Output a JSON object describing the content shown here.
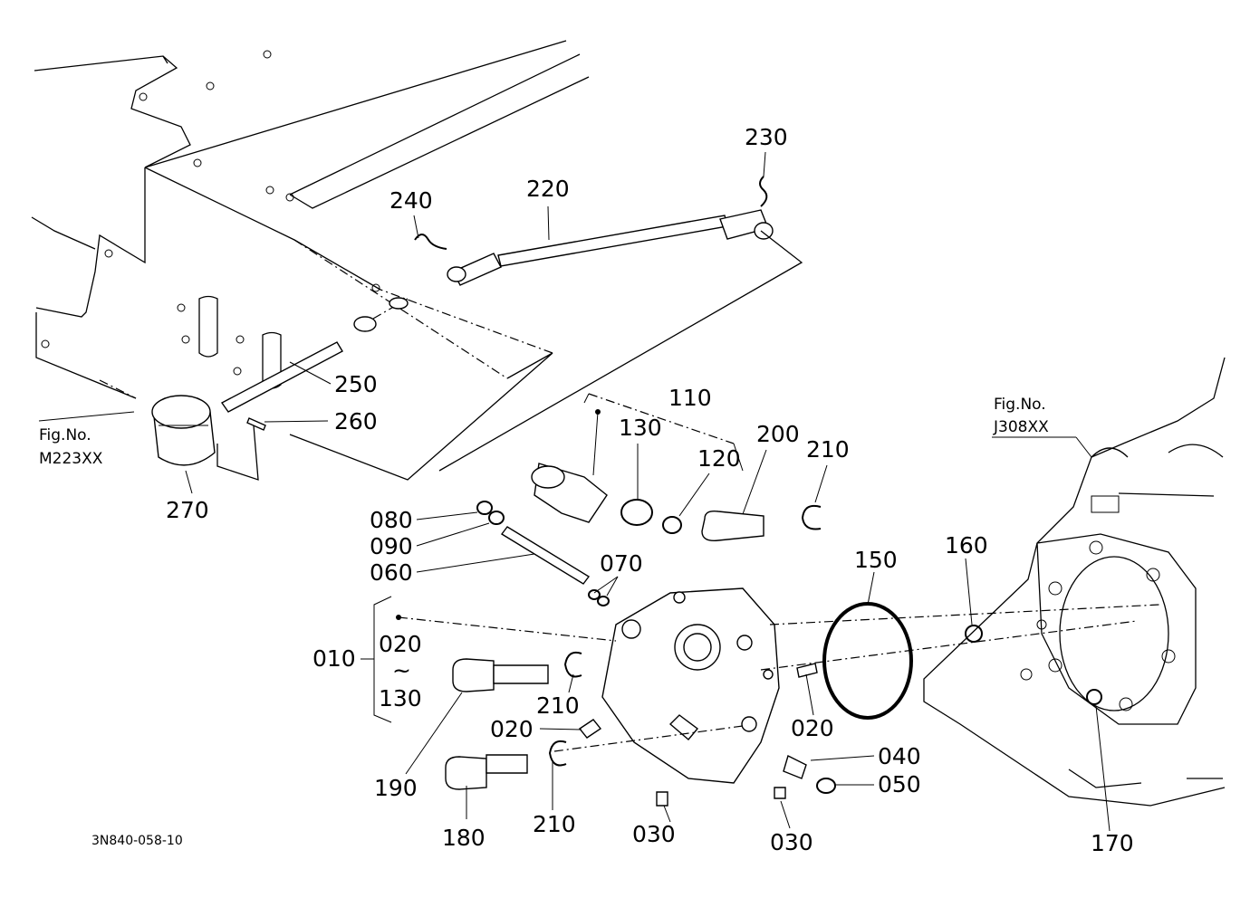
{
  "diagram": {
    "drawing_code": "3N840-058-10",
    "figure_refs": {
      "left": {
        "line1": "Fig.No.",
        "line2": "M223XX"
      },
      "right": {
        "line1": "Fig.No.",
        "line2": "J308XX"
      }
    },
    "callouts": {
      "c230": "230",
      "c220": "220",
      "c240": "240",
      "c250": "250",
      "c260": "260",
      "c270": "270",
      "c110": "110",
      "c130": "130",
      "c120": "120",
      "c200": "200",
      "c210a": "210",
      "c080": "080",
      "c090": "090",
      "c060": "060",
      "c070": "070",
      "c150": "150",
      "c160": "160",
      "c010": "010",
      "c020a": "020",
      "tilde": "~",
      "c130b": "130",
      "c210b": "210",
      "c020b": "020",
      "c020c": "020",
      "c040": "040",
      "c050": "050",
      "c190": "190",
      "c180": "180",
      "c210c": "210",
      "c030a": "030",
      "c030b": "030",
      "c170": "170"
    }
  }
}
